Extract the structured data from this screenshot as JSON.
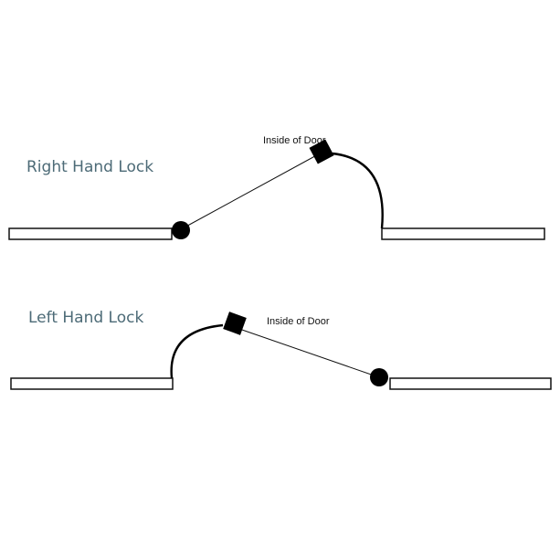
{
  "right_hand": {
    "title": "Right Hand Lock",
    "door_label": "Inside of Door"
  },
  "left_hand": {
    "title": "Left Hand Lock",
    "door_label": "Inside of Door"
  },
  "colors": {
    "title_text": "#4d6b77",
    "lines": "#111111"
  }
}
